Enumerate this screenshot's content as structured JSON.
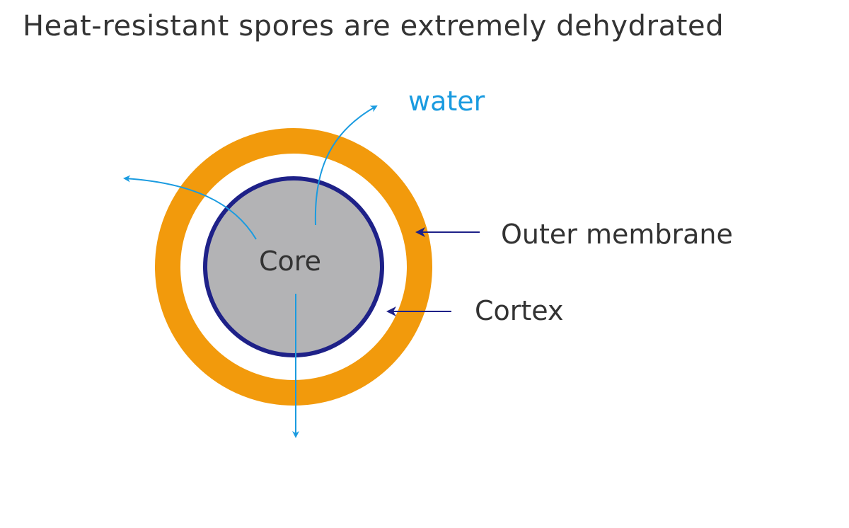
{
  "title": "Heat-resistant spores are extremely dehydrated",
  "labels": {
    "core": "Core",
    "water": "water",
    "outer_membrane": "Outer membrane",
    "cortex": "Cortex"
  },
  "colors": {
    "outer_ring": "#f29a0c",
    "membrane": "#1e2188",
    "core_fill": "#b3b3b5",
    "water_arrow": "#1a9be0",
    "pointer_arrow": "#1e2188",
    "text": "#333333"
  }
}
